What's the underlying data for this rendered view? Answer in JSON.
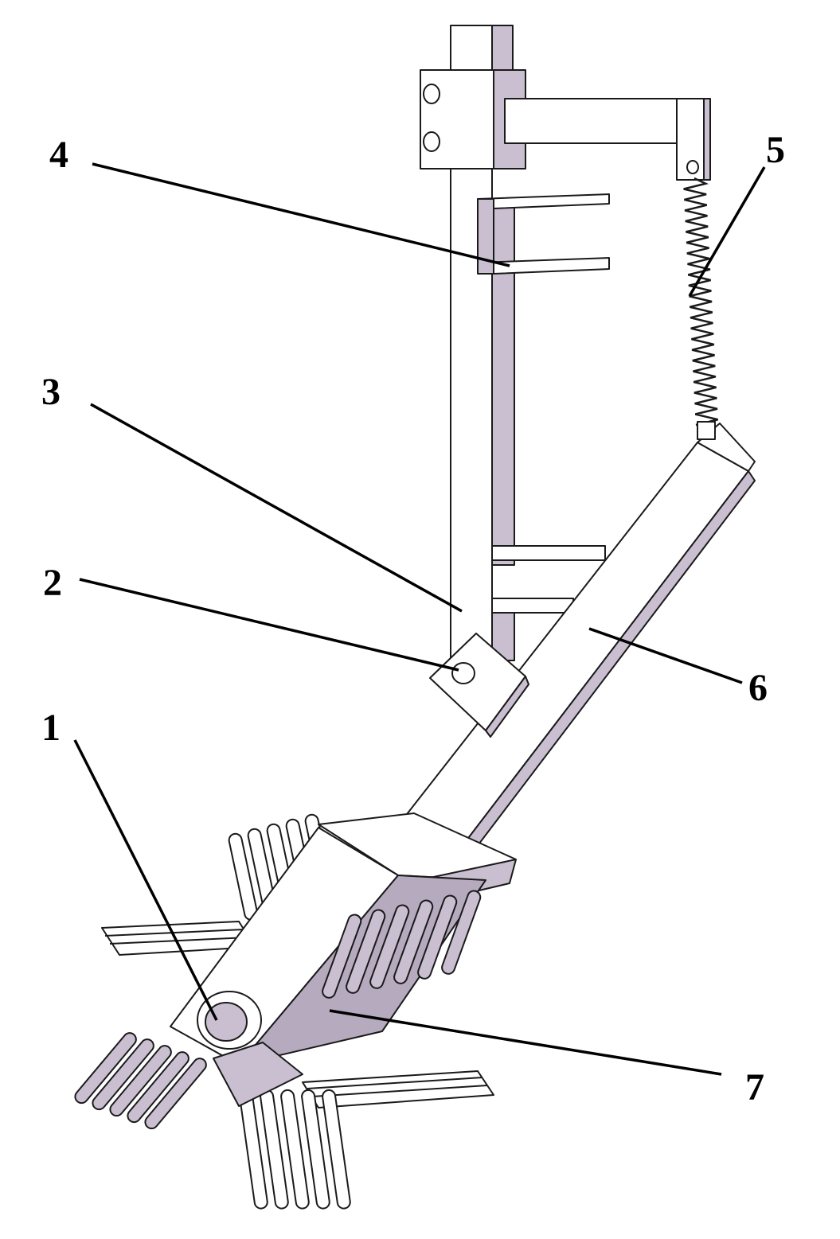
{
  "colors": {
    "background": "#ffffff",
    "outline": "#1a1a1a",
    "metal_shaded": "#c9bfd0",
    "metal_dark": "#b6aabf",
    "label": "#000000"
  },
  "diagram": {
    "labels": [
      {
        "id": "1",
        "text": "1"
      },
      {
        "id": "2",
        "text": "2"
      },
      {
        "id": "3",
        "text": "3"
      },
      {
        "id": "4",
        "text": "4"
      },
      {
        "id": "5",
        "text": "5"
      },
      {
        "id": "6",
        "text": "6"
      },
      {
        "id": "7",
        "text": "7"
      }
    ]
  }
}
